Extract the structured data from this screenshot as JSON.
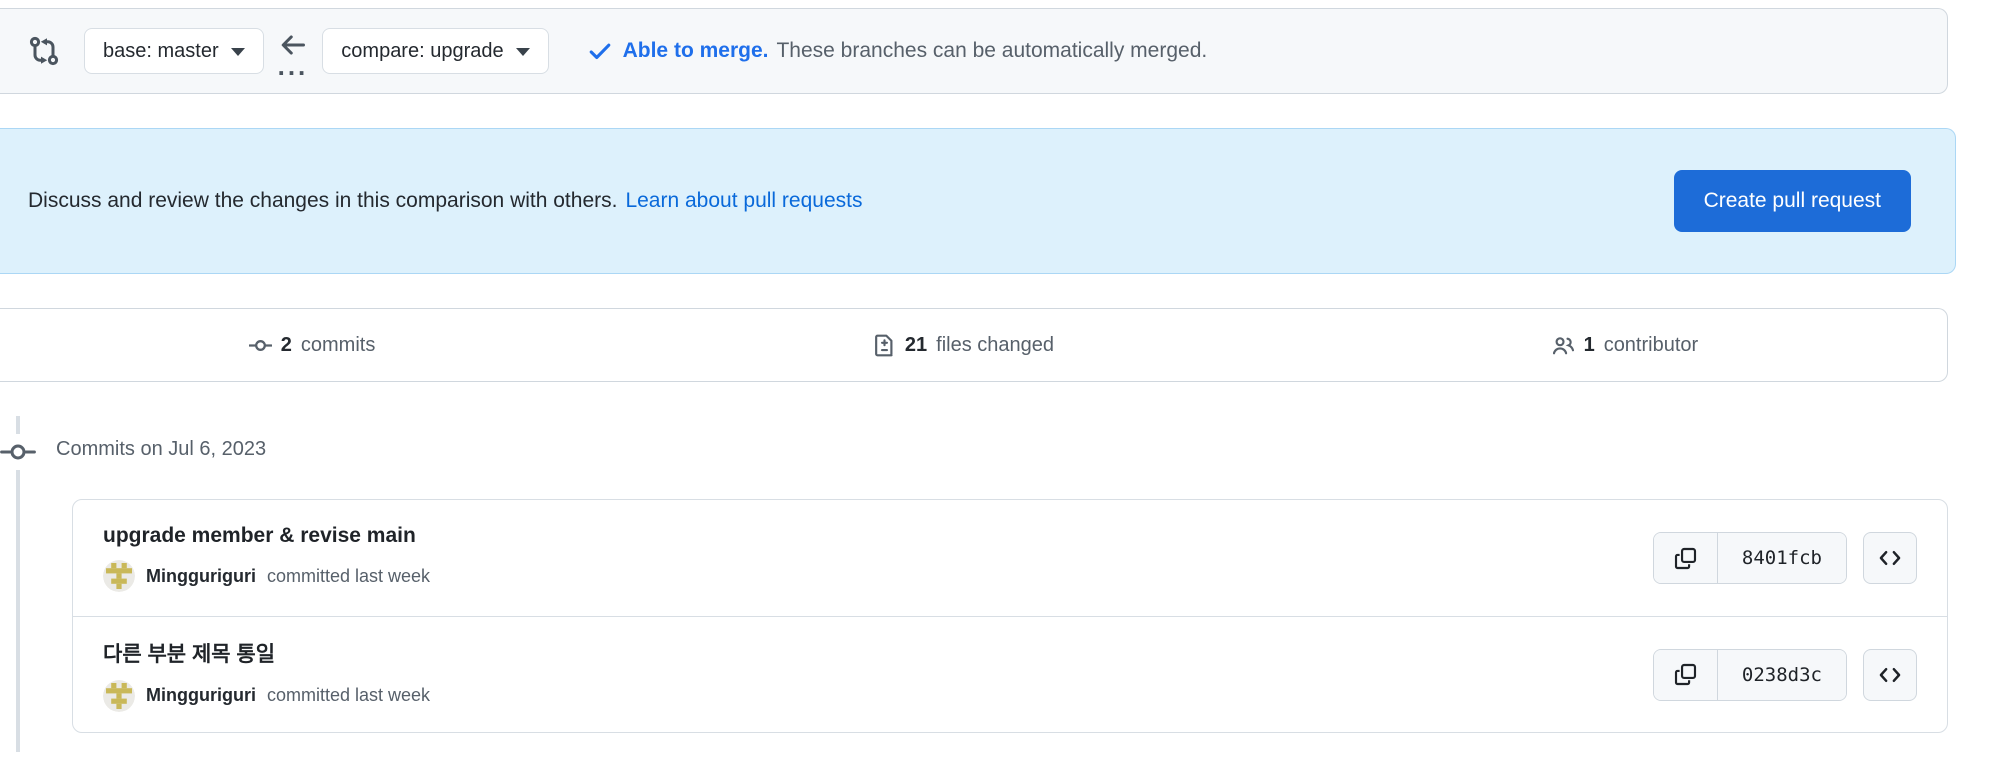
{
  "colors": {
    "accent_blue": "#1d6cd8",
    "link_blue": "#0969da",
    "merge_blue": "#1f6feb",
    "banner_bg": "#ddf1fc",
    "banner_border": "#abd7f5"
  },
  "icons": {
    "git_compare": "git-compare-icon",
    "arrow_left": "arrow-left-icon",
    "check": "check-icon",
    "git_commit": "git-commit-icon",
    "file_diff": "file-diff-icon",
    "people": "people-icon",
    "copy": "copy-icon",
    "code": "code-icon",
    "caret_down": "caret-down-icon"
  },
  "compare_bar": {
    "base_button_label": "base: master",
    "compare_button_label": "compare: upgrade",
    "range_dots": "...",
    "merge_status": "Able to merge.",
    "merge_detail": "These branches can be automatically merged."
  },
  "banner": {
    "message": "Discuss and review the changes in this comparison with others.",
    "link_label": "Learn about pull requests",
    "button_label": "Create pull request"
  },
  "stats": {
    "commits": {
      "count": "2",
      "label": "commits"
    },
    "files": {
      "count": "21",
      "label": "files changed"
    },
    "contributors": {
      "count": "1",
      "label": "contributor"
    }
  },
  "commits_section": {
    "date_heading": "Commits on Jul 6, 2023",
    "commits": [
      {
        "title": "upgrade member & revise main",
        "author": "Mingguriguri",
        "meta": "committed last week",
        "hash": "8401fcb"
      },
      {
        "title": "다른 부분 제목 통일",
        "author": "Mingguriguri",
        "meta": "committed last week",
        "hash": "0238d3c"
      }
    ]
  }
}
